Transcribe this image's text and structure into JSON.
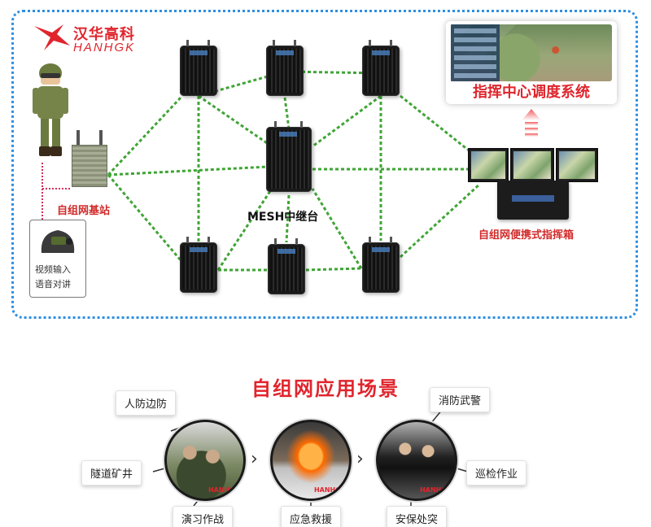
{
  "brand": {
    "name_cn": "汉华高科",
    "name_en": "HANHGK",
    "color": "#e0252d"
  },
  "network": {
    "base_station_label": "自组网基站",
    "relay_label": "MESH中继台",
    "cmd_box_label": "自组网便携式指挥箱",
    "center_label": "指挥中心调度系统",
    "camera_lines": [
      "视频输入",
      "语音对讲"
    ],
    "link_color": "#3fa535",
    "frame_color": "#2e8fe0"
  },
  "applications": {
    "title": "自组网应用场景",
    "scenarios": [
      "人防边防",
      "隧道矿井",
      "演习作战",
      "应急救援",
      "消防武警",
      "巡检作业",
      "安保处突"
    ]
  }
}
